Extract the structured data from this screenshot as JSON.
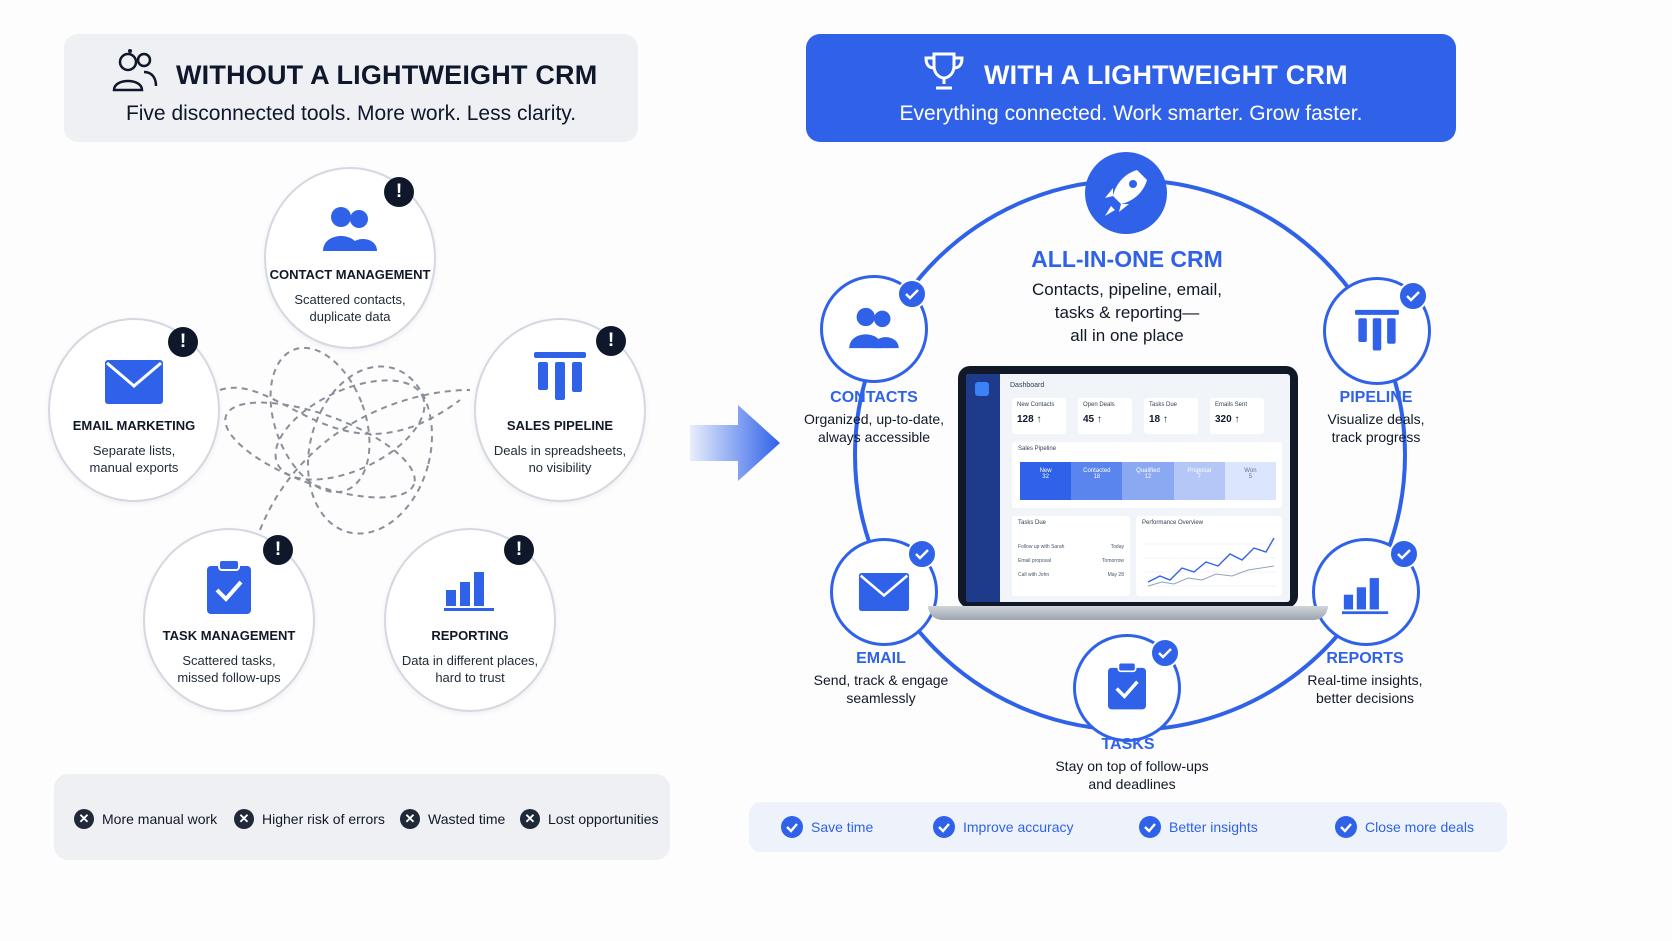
{
  "left": {
    "header": {
      "title": "WITHOUT A LIGHTWEIGHT CRM",
      "subtitle": "Five disconnected tools. More work. Less clarity.",
      "icon": "people-outline-icon"
    },
    "tools": [
      {
        "title": "CONTACT MANAGEMENT",
        "desc1": "Scattered contacts,",
        "desc2": "duplicate data",
        "icon": "contacts-icon"
      },
      {
        "title": "EMAIL MARKETING",
        "desc1": "Separate lists,",
        "desc2": "manual exports",
        "icon": "envelope-icon"
      },
      {
        "title": "SALES PIPELINE",
        "desc1": "Deals in spreadsheets,",
        "desc2": "no visibility",
        "icon": "pipeline-icon"
      },
      {
        "title": "TASK MANAGEMENT",
        "desc1": "Scattered tasks,",
        "desc2": "missed follow-ups",
        "icon": "clipboard-check-icon"
      },
      {
        "title": "REPORTING",
        "desc1": "Data in different places,",
        "desc2": "hard to trust",
        "icon": "bar-chart-icon"
      }
    ],
    "warning_glyph": "!",
    "footer": [
      "More manual work",
      "Higher risk of errors",
      "Wasted time",
      "Lost opportunities"
    ],
    "footer_glyph": "✕"
  },
  "right": {
    "header": {
      "title": "WITH A LIGHTWEIGHT CRM",
      "subtitle": "Everything connected. Work smarter. Grow faster.",
      "icon": "trophy-icon"
    },
    "center": {
      "title": "ALL-IN-ONE CRM",
      "line1": "Contacts, pipeline, email,",
      "line2": "tasks & reporting—",
      "line3": "all in one place",
      "icon": "rocket-icon"
    },
    "modules": [
      {
        "title": "CONTACTS",
        "desc1": "Organized, up-to-date,",
        "desc2": "always accessible",
        "icon": "contacts-icon"
      },
      {
        "title": "PIPELINE",
        "desc1": "Visualize deals,",
        "desc2": "track progress",
        "icon": "pipeline-icon"
      },
      {
        "title": "EMAIL",
        "desc1": "Send, track & engage",
        "desc2": "seamlessly",
        "icon": "envelope-icon"
      },
      {
        "title": "REPORTS",
        "desc1": "Real-time insights,",
        "desc2": "better decisions",
        "icon": "bar-chart-icon"
      },
      {
        "title": "TASKS",
        "desc1": "Stay on top of follow-ups",
        "desc2": "and deadlines",
        "icon": "clipboard-check-icon"
      }
    ],
    "footer": [
      "Save time",
      "Improve accuracy",
      "Better insights",
      "Close more deals"
    ]
  },
  "laptop": {
    "page_title": "Dashboard",
    "stats": [
      {
        "label": "New Contacts",
        "value": "128 ↑"
      },
      {
        "label": "Open Deals",
        "value": "45 ↑"
      },
      {
        "label": "Tasks Due",
        "value": "18 ↑"
      },
      {
        "label": "Emails Sent",
        "value": "320 ↑"
      }
    ],
    "pipeline_title": "Sales Pipeline",
    "stages": [
      {
        "name": "New",
        "count": "32"
      },
      {
        "name": "Contacted",
        "count": "18"
      },
      {
        "name": "Qualified",
        "count": "12"
      },
      {
        "name": "Proposal",
        "count": "7"
      },
      {
        "name": "Won",
        "count": "5"
      }
    ],
    "tasks_title": "Tasks Due",
    "tasks": [
      {
        "task": "Follow up with Sarah",
        "when": "Today"
      },
      {
        "task": "Email proposal",
        "when": "Tomorrow"
      },
      {
        "task": "Call with John",
        "when": "May 28"
      }
    ],
    "performance_title": "Performance Overview"
  },
  "colors": {
    "brand": "#2f62e9",
    "dark": "#0f172a",
    "panel": "#eef0f4"
  }
}
